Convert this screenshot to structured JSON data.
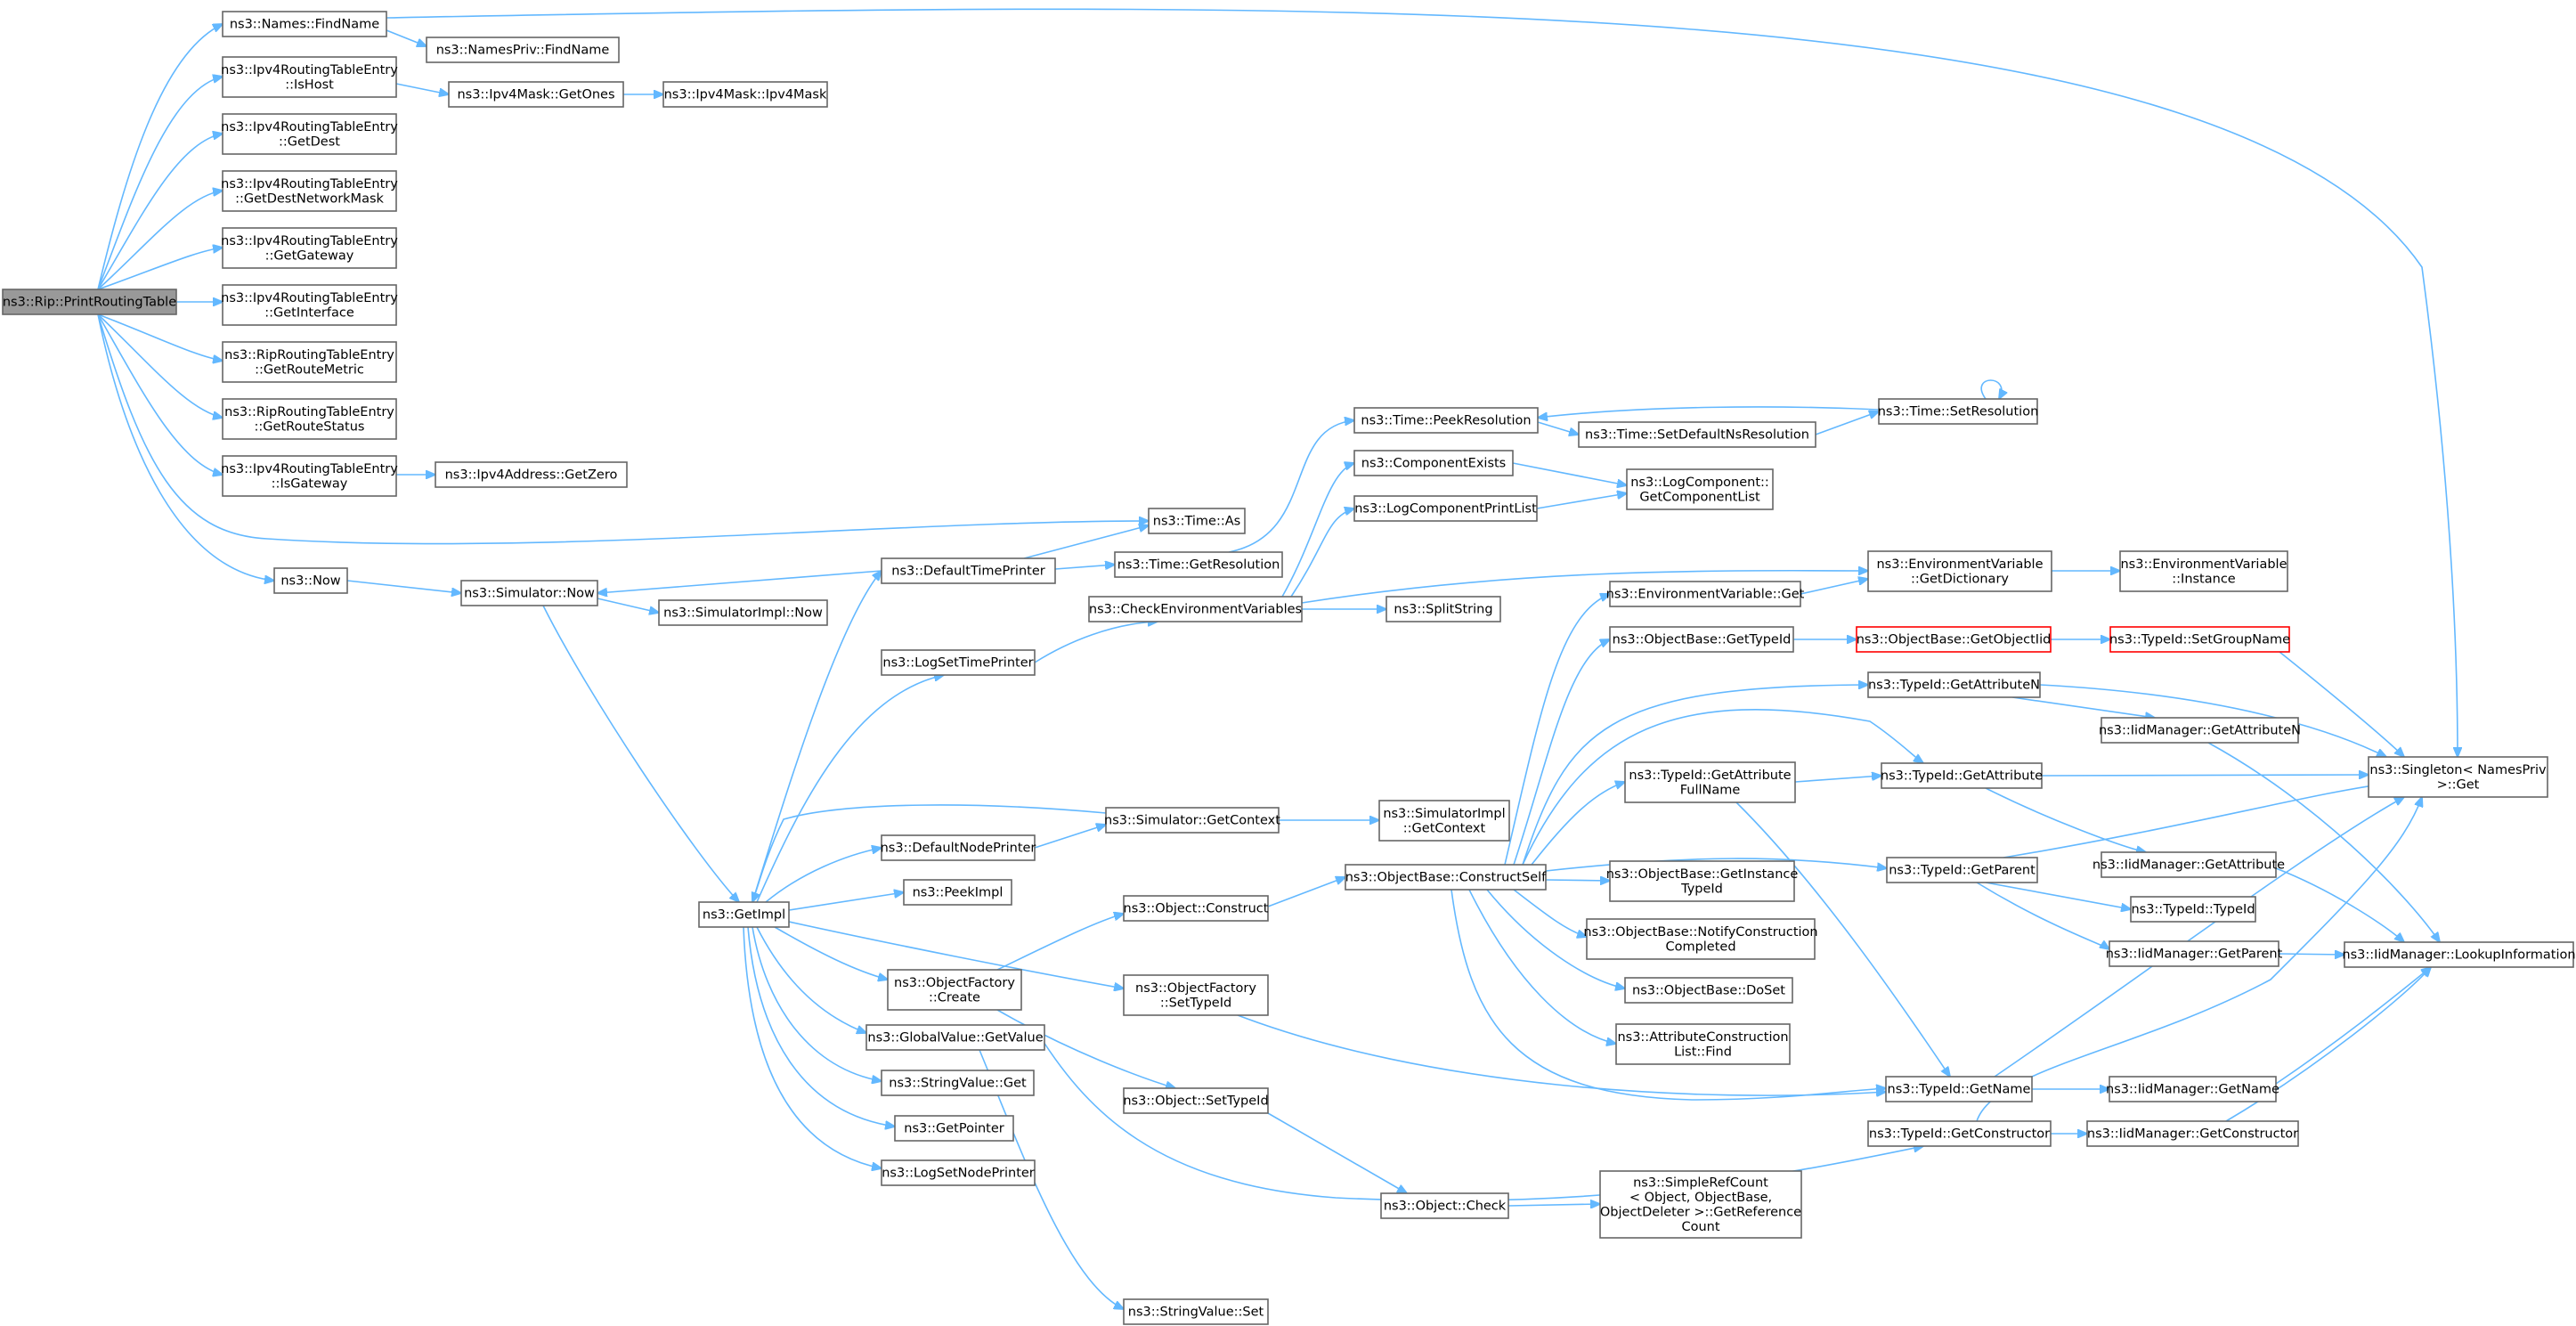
{
  "diagram": {
    "nodes": [
      {
        "id": "root",
        "lines": [
          "ns3::Rip::PrintRoutingTable"
        ],
        "root": true
      },
      {
        "id": "findname",
        "lines": [
          "ns3::Names::FindName"
        ]
      },
      {
        "id": "namespriv",
        "lines": [
          "ns3::NamesPriv::FindName"
        ]
      },
      {
        "id": "ishost",
        "lines": [
          "ns3::Ipv4RoutingTableEntry",
          "::IsHost"
        ]
      },
      {
        "id": "getones",
        "lines": [
          "ns3::Ipv4Mask::GetOnes"
        ]
      },
      {
        "id": "ipv4mask",
        "lines": [
          "ns3::Ipv4Mask::Ipv4Mask"
        ]
      },
      {
        "id": "getdest",
        "lines": [
          "ns3::Ipv4RoutingTableEntry",
          "::GetDest"
        ]
      },
      {
        "id": "getdestmask",
        "lines": [
          "ns3::Ipv4RoutingTableEntry",
          "::GetDestNetworkMask"
        ]
      },
      {
        "id": "getgateway",
        "lines": [
          "ns3::Ipv4RoutingTableEntry",
          "::GetGateway"
        ]
      },
      {
        "id": "getinterface",
        "lines": [
          "ns3::Ipv4RoutingTableEntry",
          "::GetInterface"
        ]
      },
      {
        "id": "routemetric",
        "lines": [
          "ns3::RipRoutingTableEntry",
          "::GetRouteMetric"
        ]
      },
      {
        "id": "routestatus",
        "lines": [
          "ns3::RipRoutingTableEntry",
          "::GetRouteStatus"
        ]
      },
      {
        "id": "isgateway",
        "lines": [
          "ns3::Ipv4RoutingTableEntry",
          "::IsGateway"
        ]
      },
      {
        "id": "getzero",
        "lines": [
          "ns3::Ipv4Address::GetZero"
        ]
      },
      {
        "id": "timeas",
        "lines": [
          "ns3::Time::As"
        ]
      },
      {
        "id": "now",
        "lines": [
          "ns3::Now"
        ]
      },
      {
        "id": "simnow",
        "lines": [
          "ns3::Simulator::Now"
        ]
      },
      {
        "id": "simimplnow",
        "lines": [
          "ns3::SimulatorImpl::Now"
        ]
      },
      {
        "id": "defaulttimeprinter",
        "lines": [
          "ns3::DefaultTimePrinter"
        ]
      },
      {
        "id": "getresolution",
        "lines": [
          "ns3::Time::GetResolution"
        ]
      },
      {
        "id": "peekresolution",
        "lines": [
          "ns3::Time::PeekResolution"
        ]
      },
      {
        "id": "setdefaultns",
        "lines": [
          "ns3::Time::SetDefaultNsResolution"
        ]
      },
      {
        "id": "setresolution",
        "lines": [
          "ns3::Time::SetResolution"
        ]
      },
      {
        "id": "componentexists",
        "lines": [
          "ns3::ComponentExists"
        ]
      },
      {
        "id": "logcompprintlist",
        "lines": [
          "ns3::LogComponentPrintList"
        ]
      },
      {
        "id": "getcomponentlist",
        "lines": [
          "ns3::LogComponent::",
          "GetComponentList"
        ]
      },
      {
        "id": "checkenv",
        "lines": [
          "ns3::CheckEnvironmentVariables"
        ]
      },
      {
        "id": "splitstring",
        "lines": [
          "ns3::SplitString"
        ]
      },
      {
        "id": "envget",
        "lines": [
          "ns3::EnvironmentVariable::Get"
        ]
      },
      {
        "id": "getdictionary",
        "lines": [
          "ns3::EnvironmentVariable",
          "::GetDictionary"
        ]
      },
      {
        "id": "envinstance",
        "lines": [
          "ns3::EnvironmentVariable",
          "::Instance"
        ]
      },
      {
        "id": "logsettimeprinter",
        "lines": [
          "ns3::LogSetTimePrinter"
        ]
      },
      {
        "id": "objbasegettypeid",
        "lines": [
          "ns3::ObjectBase::GetTypeId"
        ]
      },
      {
        "id": "getobjectiid",
        "lines": [
          "ns3::ObjectBase::GetObjectIid"
        ],
        "red": true
      },
      {
        "id": "setgroupname",
        "lines": [
          "ns3::TypeId::SetGroupName"
        ],
        "red": true
      },
      {
        "id": "getattributen",
        "lines": [
          "ns3::TypeId::GetAttributeN"
        ]
      },
      {
        "id": "iidgetattributen",
        "lines": [
          "ns3::IidManager::GetAttributeN"
        ]
      },
      {
        "id": "singletonget",
        "lines": [
          "ns3::Singleton< NamesPriv",
          " >::Get"
        ]
      },
      {
        "id": "getattrfullname",
        "lines": [
          "ns3::TypeId::GetAttribute",
          "FullName"
        ]
      },
      {
        "id": "getattribute",
        "lines": [
          "ns3::TypeId::GetAttribute"
        ]
      },
      {
        "id": "simgetcontext",
        "lines": [
          "ns3::Simulator::GetContext"
        ]
      },
      {
        "id": "simimplgetcontext",
        "lines": [
          "ns3::SimulatorImpl",
          "::GetContext"
        ]
      },
      {
        "id": "defaultnodeprinter",
        "lines": [
          "ns3::DefaultNodePrinter"
        ]
      },
      {
        "id": "iidgetattribute",
        "lines": [
          "ns3::IidManager::GetAttribute"
        ]
      },
      {
        "id": "getparent",
        "lines": [
          "ns3::TypeId::GetParent"
        ]
      },
      {
        "id": "peekimpl",
        "lines": [
          "ns3::PeekImpl"
        ]
      },
      {
        "id": "objconstruct",
        "lines": [
          "ns3::Object::Construct"
        ]
      },
      {
        "id": "constructself",
        "lines": [
          "ns3::ObjectBase::ConstructSelf"
        ]
      },
      {
        "id": "getinstancetypeid",
        "lines": [
          "ns3::ObjectBase::GetInstance",
          "TypeId"
        ]
      },
      {
        "id": "typeidtypeid",
        "lines": [
          "ns3::TypeId::TypeId"
        ]
      },
      {
        "id": "getimpl",
        "lines": [
          "ns3::GetImpl"
        ]
      },
      {
        "id": "notifyconstruction",
        "lines": [
          "ns3::ObjectBase::NotifyConstruction",
          "Completed"
        ]
      },
      {
        "id": "iidgetparent",
        "lines": [
          "ns3::IidManager::GetParent"
        ]
      },
      {
        "id": "lookupinfo",
        "lines": [
          "ns3::IidManager::LookupInformation"
        ]
      },
      {
        "id": "objfactorycreate",
        "lines": [
          "ns3::ObjectFactory",
          "::Create"
        ]
      },
      {
        "id": "objfactorysettypeid",
        "lines": [
          "ns3::ObjectFactory",
          "::SetTypeId"
        ]
      },
      {
        "id": "doset",
        "lines": [
          "ns3::ObjectBase::DoSet"
        ]
      },
      {
        "id": "globalvalueget",
        "lines": [
          "ns3::GlobalValue::GetValue"
        ]
      },
      {
        "id": "attrconstfind",
        "lines": [
          "ns3::AttributeConstruction",
          "List::Find"
        ]
      },
      {
        "id": "stringvalueget",
        "lines": [
          "ns3::StringValue::Get"
        ]
      },
      {
        "id": "typeidgetname",
        "lines": [
          "ns3::TypeId::GetName"
        ]
      },
      {
        "id": "iidgetname",
        "lines": [
          "ns3::IidManager::GetName"
        ]
      },
      {
        "id": "objsettypeid",
        "lines": [
          "ns3::Object::SetTypeId"
        ]
      },
      {
        "id": "getpointer",
        "lines": [
          "ns3::GetPointer"
        ]
      },
      {
        "id": "getconstructor",
        "lines": [
          "ns3::TypeId::GetConstructor"
        ]
      },
      {
        "id": "iidgetconstructor",
        "lines": [
          "ns3::IidManager::GetConstructor"
        ]
      },
      {
        "id": "logsetnodeprinter",
        "lines": [
          "ns3::LogSetNodePrinter"
        ]
      },
      {
        "id": "simplerefcount",
        "lines": [
          "ns3::SimpleRefCount",
          "< Object, ObjectBase,",
          "ObjectDeleter >::GetReference",
          "Count"
        ]
      },
      {
        "id": "objcheck",
        "lines": [
          "ns3::Object::Check"
        ]
      },
      {
        "id": "stringvalueset",
        "lines": [
          "ns3::StringValue::Set"
        ]
      }
    ]
  }
}
